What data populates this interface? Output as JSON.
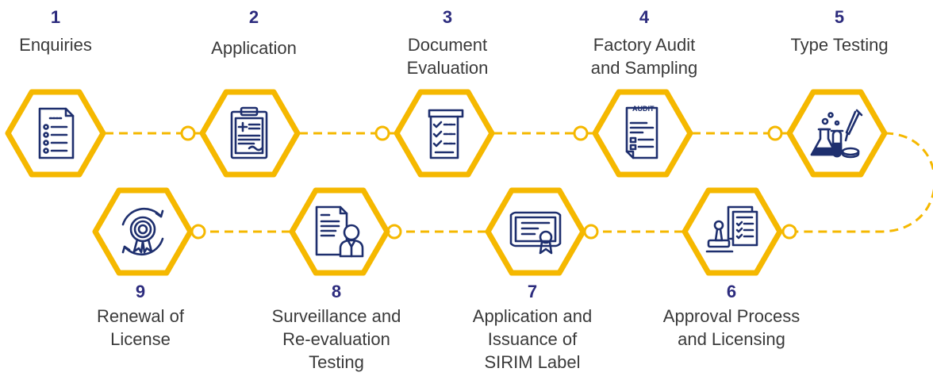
{
  "colors": {
    "accent": "#f5b800",
    "icon": "#1e2f6e",
    "number": "#2d2c7e",
    "label": "#3a3a3a"
  },
  "steps": [
    {
      "number": "1",
      "lines": [
        "Enquiries"
      ],
      "icon": "form-list-icon"
    },
    {
      "number": "2",
      "lines": [
        "Application"
      ],
      "icon": "clipboard-form-icon"
    },
    {
      "number": "3",
      "lines": [
        "Document",
        "Evaluation"
      ],
      "icon": "checklist-scroll-icon"
    },
    {
      "number": "4",
      "lines": [
        "Factory Audit",
        "and Sampling"
      ],
      "icon": "audit-document-icon",
      "icon_text": "AUDIT"
    },
    {
      "number": "5",
      "lines": [
        "Type Testing"
      ],
      "icon": "lab-flasks-icon"
    },
    {
      "number": "6",
      "lines": [
        "Approval Process",
        "and Licensing"
      ],
      "icon": "stamp-document-icon"
    },
    {
      "number": "7",
      "lines": [
        "Application and",
        "Issuance of",
        "SIRIM Label"
      ],
      "icon": "certificate-icon"
    },
    {
      "number": "8",
      "lines": [
        "Surveillance and",
        "Re-evaluation",
        "Testing"
      ],
      "icon": "inspector-document-icon"
    },
    {
      "number": "9",
      "lines": [
        "Renewal of",
        "License"
      ],
      "icon": "renewal-badge-icon"
    }
  ]
}
